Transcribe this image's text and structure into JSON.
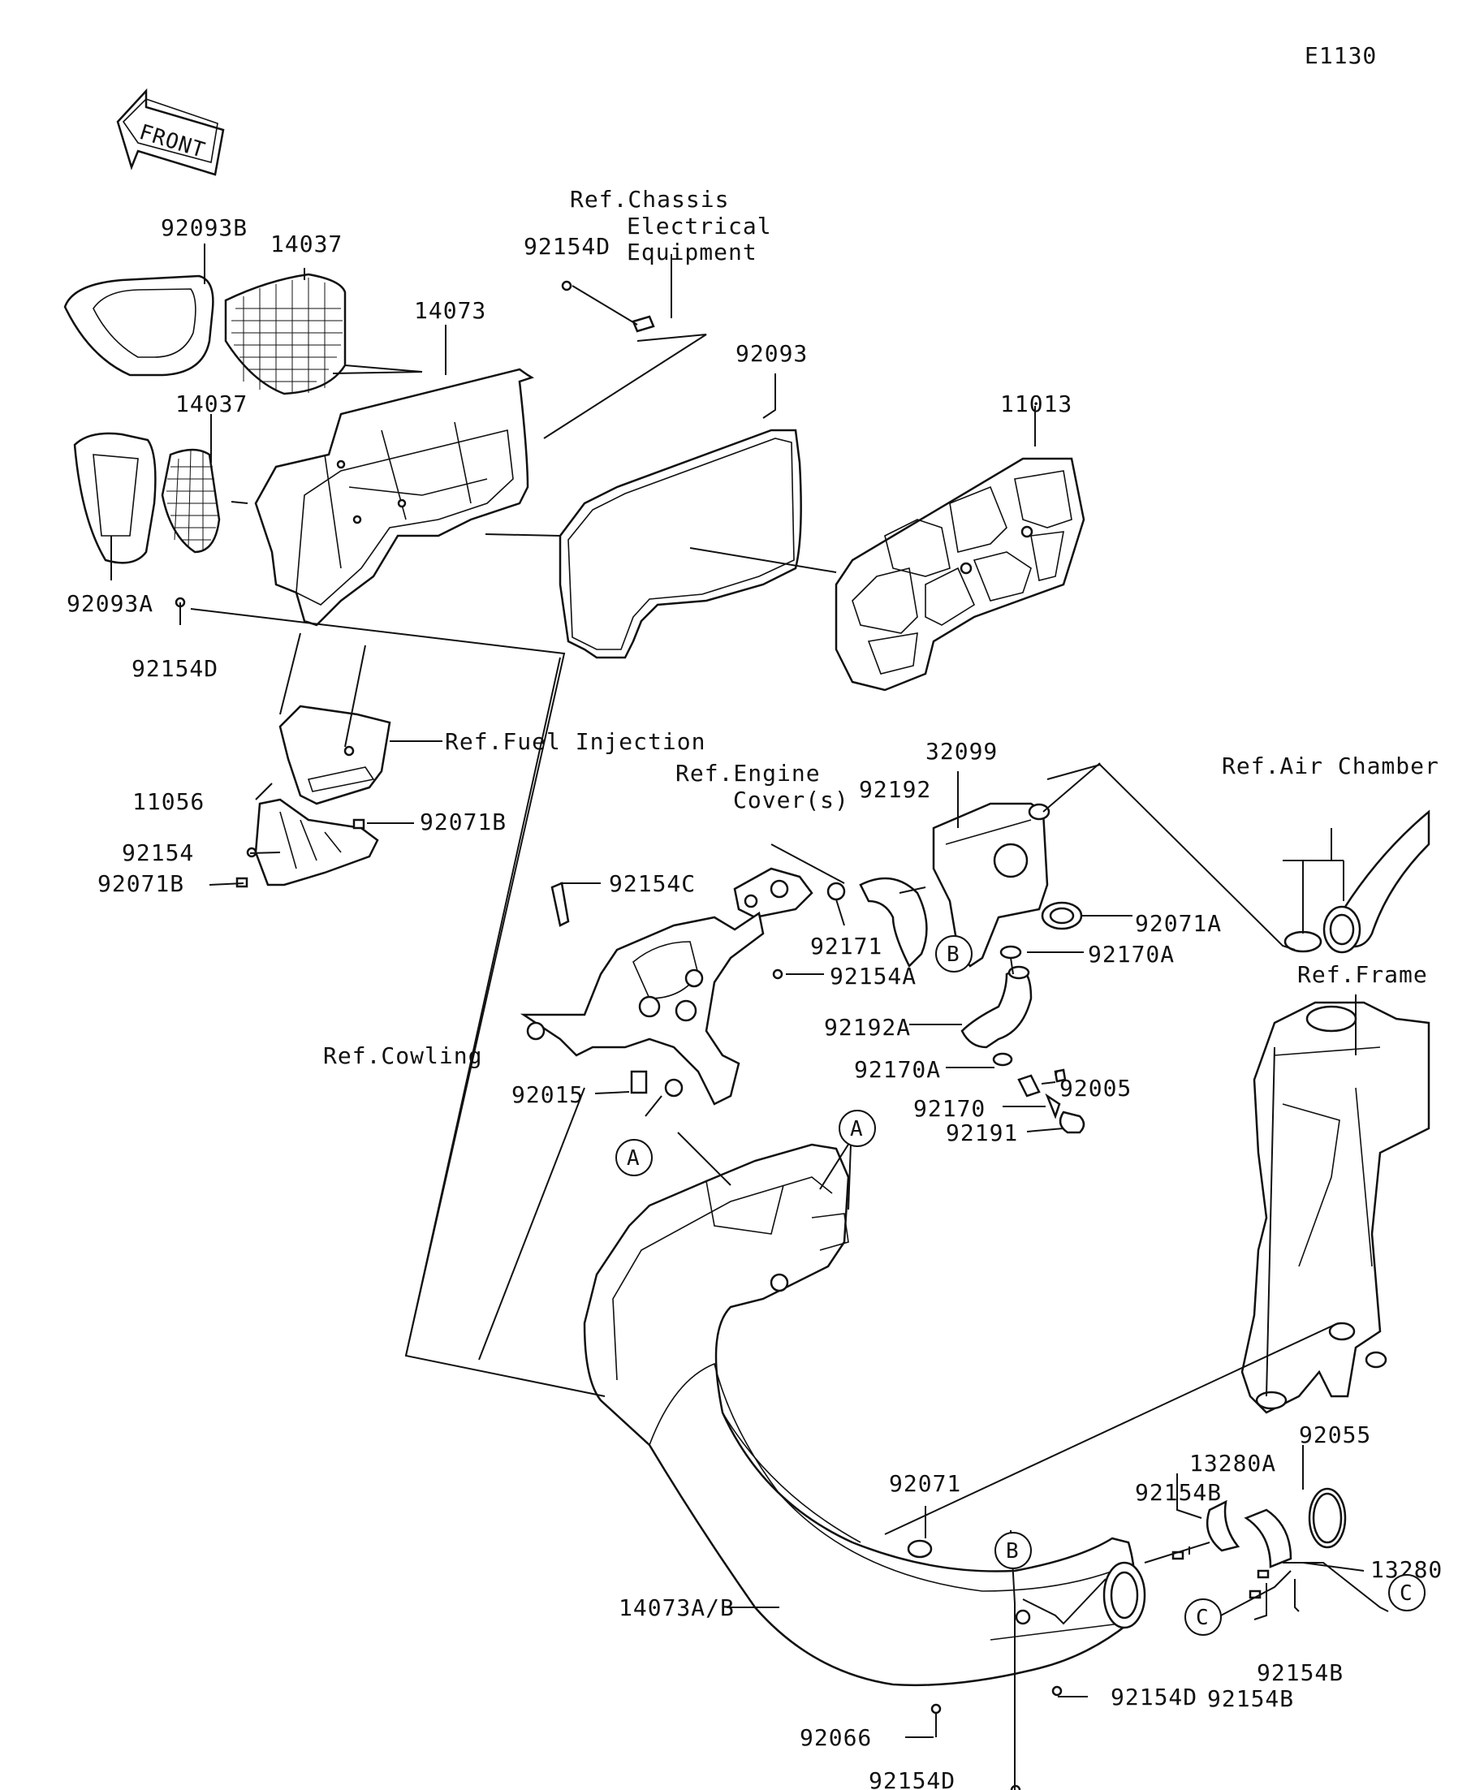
{
  "diagram_code": "E1130",
  "front_arrow": {
    "label": "FRONT"
  },
  "refs": {
    "chassis_line1": "Ref.Chassis",
    "chassis_line2": "Electrical",
    "chassis_line3": "Equipment",
    "fuel_injection": "Ref.Fuel Injection",
    "engine_cover_line1": "Ref.Engine",
    "engine_cover_line2": "Cover(s)",
    "air_chamber": "Ref.Air Chamber",
    "frame": "Ref.Frame",
    "cowling": "Ref.Cowling"
  },
  "part_numbers": {
    "p92093B": "92093B",
    "p14037_top": "14037",
    "p14073": "14073",
    "p92154D_top": "92154D",
    "p92093": "92093",
    "p11013": "11013",
    "p14037_left": "14037",
    "p92093A": "92093A",
    "p92154D_left": "92154D",
    "p11056": "11056",
    "p92154": "92154",
    "p92071B_right": "92071B",
    "p92071B_left": "92071B",
    "p92154C": "92154C",
    "p92192": "92192",
    "p32099": "32099",
    "p92171": "92171",
    "p92071A": "92071A",
    "p92170A_top": "92170A",
    "p92154A": "92154A",
    "p92192A": "92192A",
    "p92170A_low": "92170A",
    "p92005": "92005",
    "p92015": "92015",
    "p92170": "92170",
    "p92191": "92191",
    "p92055": "92055",
    "p13280A": "13280A",
    "p92071": "92071",
    "p92154B_1": "92154B",
    "p13280": "13280",
    "p14073AB": "14073A/B",
    "p92154B_2": "92154B",
    "p92154B_3": "92154B",
    "p92066": "92066",
    "p92154D_b1": "92154D",
    "p92154D_b2": "92154D"
  },
  "callouts": {
    "A1": "A",
    "A2": "A",
    "B1": "B",
    "B2": "B",
    "C1": "C",
    "C2": "C"
  }
}
